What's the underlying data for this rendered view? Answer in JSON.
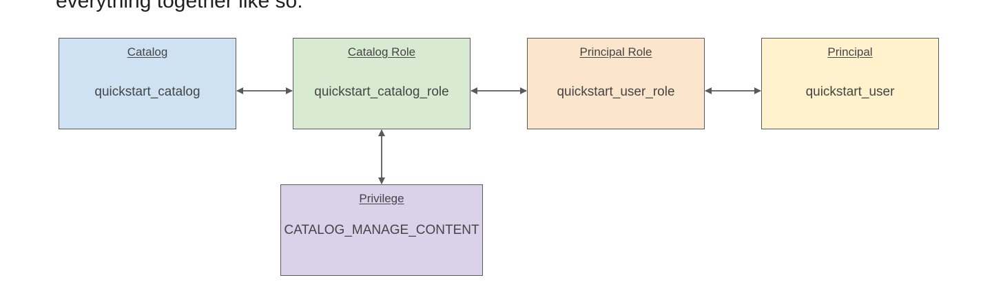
{
  "intro": {
    "text": "everything together like so:"
  },
  "colors": {
    "catalog": "#cfe2f3",
    "catalog_role": "#d9ead3",
    "principal_role": "#fce5cd",
    "principal": "#fff2cc",
    "privilege": "#d9d2e9",
    "border": "#595959",
    "text": "#444444"
  },
  "nodes": {
    "catalog": {
      "title": "Catalog",
      "value": "quickstart_catalog"
    },
    "catalog_role": {
      "title": "Catalog Role",
      "value": "quickstart_catalog_role"
    },
    "principal_role": {
      "title": "Principal Role",
      "value": "quickstart_user_role"
    },
    "principal": {
      "title": "Principal",
      "value": "quickstart_user"
    },
    "privilege": {
      "title": "Privilege",
      "value": "CATALOG_MANAGE_CONTENT"
    }
  },
  "connections": [
    {
      "from": "catalog",
      "to": "catalog_role",
      "direction": "bidirectional"
    },
    {
      "from": "catalog_role",
      "to": "principal_role",
      "direction": "bidirectional"
    },
    {
      "from": "principal_role",
      "to": "principal",
      "direction": "bidirectional"
    },
    {
      "from": "catalog_role",
      "to": "privilege",
      "direction": "bidirectional"
    }
  ]
}
